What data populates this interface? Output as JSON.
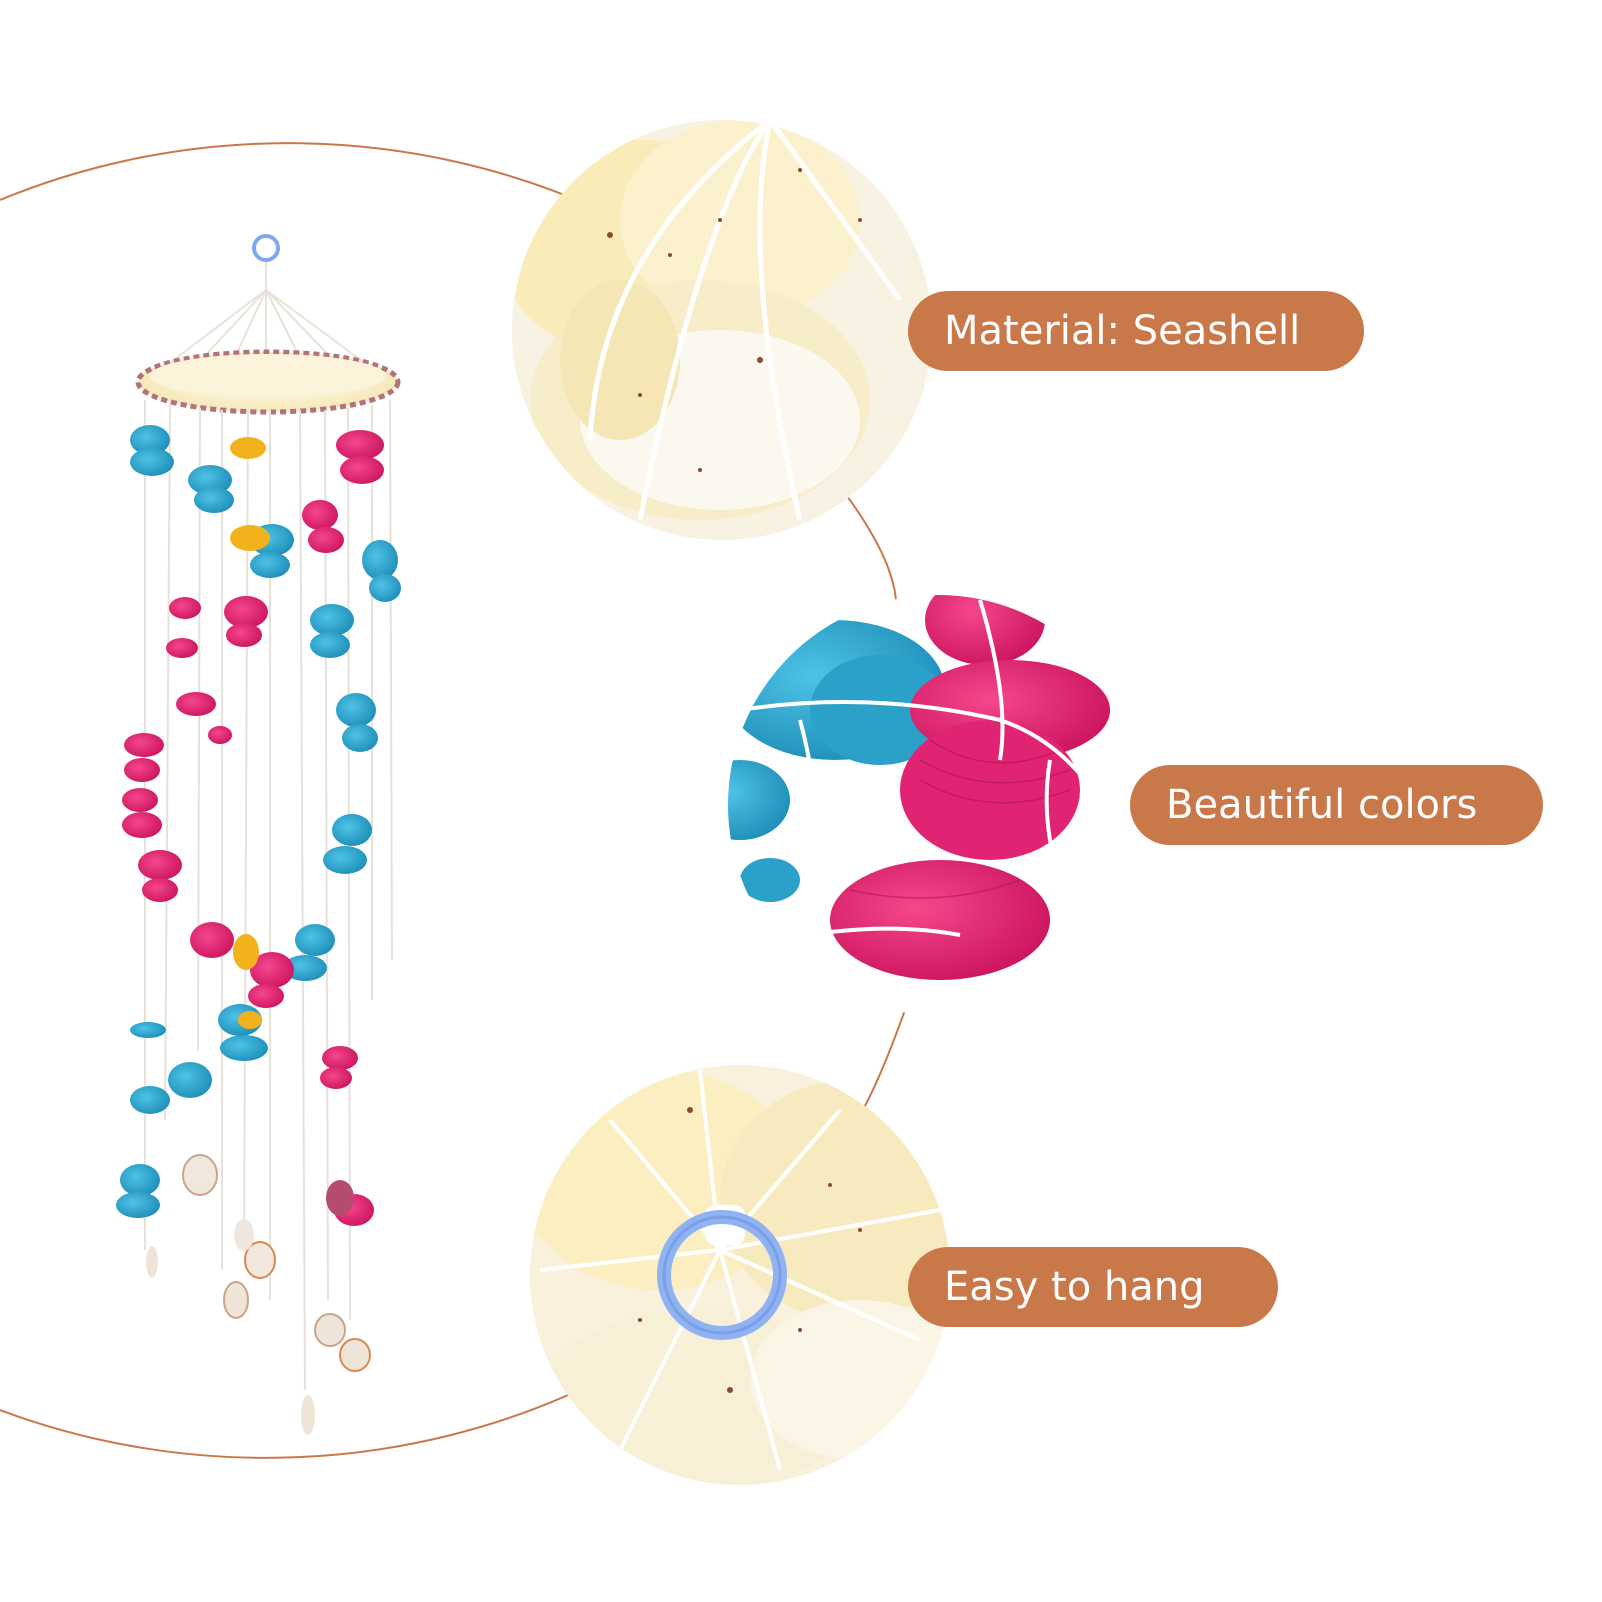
{
  "labels": {
    "material": "Material: Seashell",
    "colors": "Beautiful colors",
    "hang": "Easy to hang"
  },
  "palette": {
    "accent": "#c9784a",
    "shell_pink": "#e51e72",
    "shell_blue": "#2aa8d2",
    "shell_yellow": "#f2b21c",
    "shell_cream": "#f6efd5",
    "ring_blue": "#7fa8ee"
  },
  "icons": {
    "product": "wind-chime-image",
    "detail_1": "seashell-closeup",
    "detail_2": "colored-shells-closeup",
    "detail_3": "hanging-ring-closeup"
  }
}
